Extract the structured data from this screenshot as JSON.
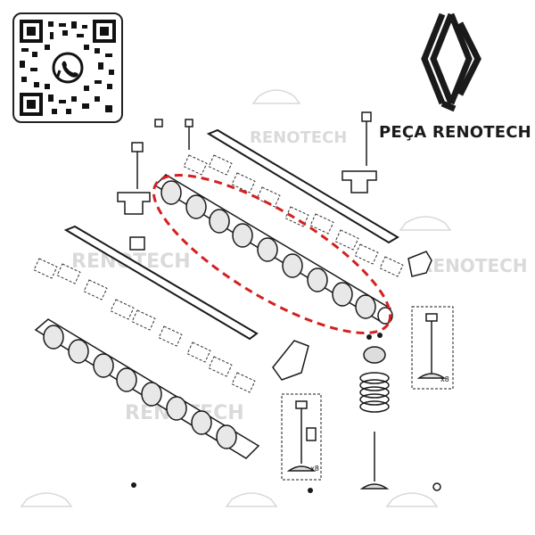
{
  "brand": {
    "name": "PEÇA RENOTECH"
  },
  "watermark": {
    "text": "RENOTECH"
  },
  "callouts": {
    "valve_qty_right": "x8",
    "valve_qty_left": "x8"
  },
  "colors": {
    "ink": "#1a1a1a",
    "highlight": "#d42020",
    "watermark": "#bdbdbd"
  },
  "icons": {
    "qr": "qr-code-icon",
    "whatsapp": "whatsapp-icon",
    "logo": "renault-diamond-logo"
  }
}
